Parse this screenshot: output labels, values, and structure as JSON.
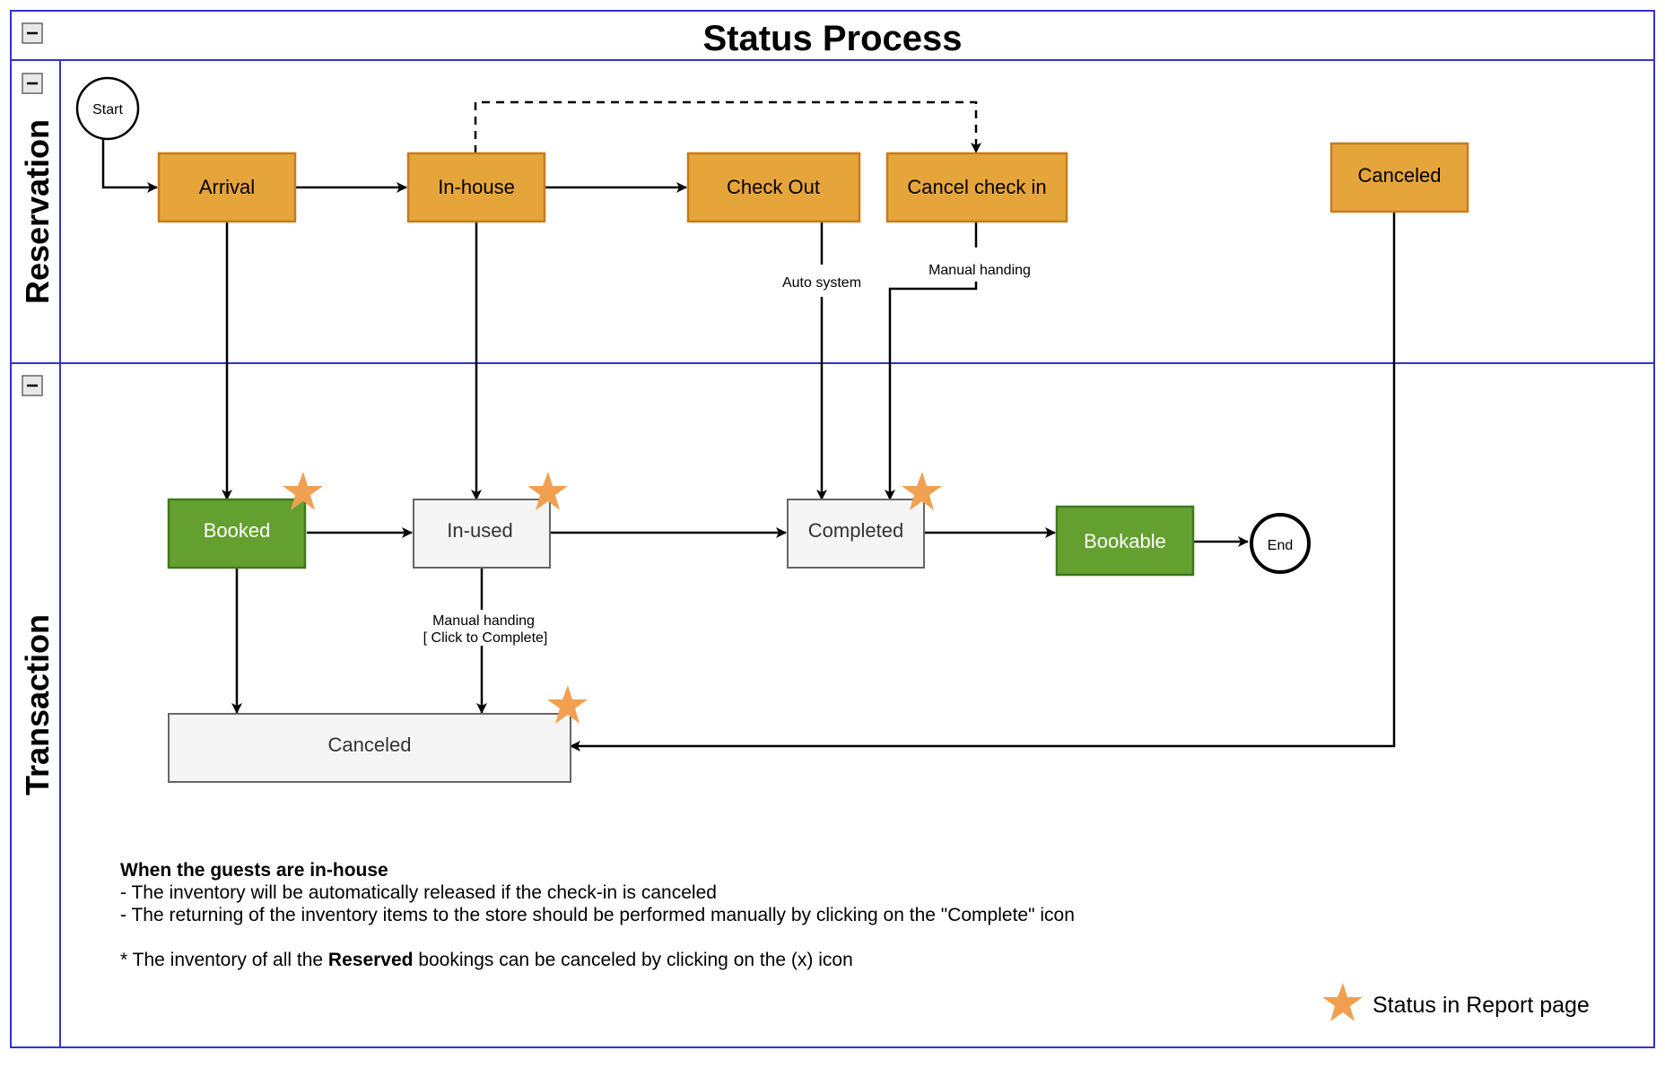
{
  "title": "Status Process",
  "lanes": {
    "reservation": "Reservation",
    "transaction": "Transaction"
  },
  "collapse_symbol": "−",
  "nodes": {
    "start": "Start",
    "end": "End",
    "arrival": "Arrival",
    "in_house": "In-house",
    "check_out": "Check Out",
    "cancel_check_in": "Cancel check in",
    "res_canceled": "Canceled",
    "booked": "Booked",
    "in_used": "In-used",
    "completed": "Completed",
    "bookable": "Bookable",
    "tx_canceled": "Canceled"
  },
  "edge_labels": {
    "auto_system": "Auto system",
    "manual_handing_top": "Manual handing",
    "manual_handing_bottom_1": "Manual handing",
    "manual_handing_bottom_2": "[ Click to Complete]"
  },
  "note": {
    "heading": "When the guests are in-house",
    "line1": "- The inventory will be automatically released if the check-in is canceled",
    "line2": "- The returning of the inventory items to the store should be performed manually by clicking on the \"Complete\" icon",
    "line3_prefix": "* The inventory of all the ",
    "line3_bold": "Reserved",
    "line3_suffix": " bookings can be canceled by clicking on the (x) icon"
  },
  "legend": {
    "label": "Status in Report page",
    "icon": "star-icon"
  },
  "colors": {
    "lane_border": "#3333cc",
    "orange_fill": "#e6a53a",
    "orange_stroke": "#c67c1e",
    "green_fill": "#64a030",
    "green_stroke": "#3c7a1c",
    "grey_fill": "#f5f5f5",
    "grey_stroke": "#666666",
    "star": "#f0a050"
  }
}
